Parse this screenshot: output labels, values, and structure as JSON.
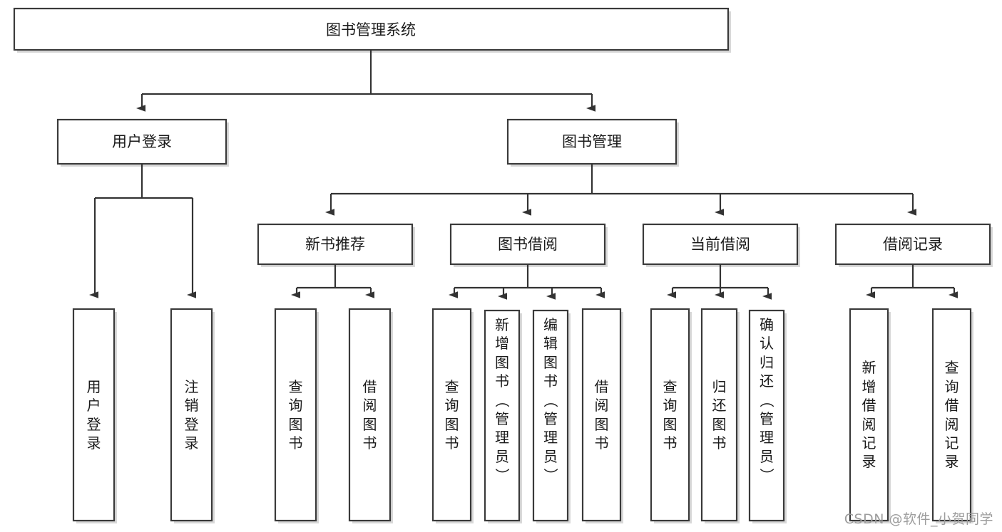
{
  "diagram": {
    "title": "图书管理系统",
    "type": "hierarchy-tree",
    "watermark": "CSDN @软件_小贺同学",
    "colors": {
      "box_stroke": "#3a3a3a",
      "box_fill": "#ffffff",
      "connector": "#333333",
      "text": "#1a1a1a",
      "watermark": "#9d9d9d",
      "background": "#ffffff"
    },
    "root": {
      "label": "图书管理系统"
    },
    "level2": [
      {
        "label": "用户登录"
      },
      {
        "label": "图书管理"
      }
    ],
    "level3": [
      {
        "label": "新书推荐"
      },
      {
        "label": "图书借阅"
      },
      {
        "label": "当前借阅"
      },
      {
        "label": "借阅记录"
      }
    ],
    "leaves": {
      "user_login": [
        {
          "label": "用户登录",
          "chars": [
            "用",
            "户",
            "登",
            "录"
          ]
        },
        {
          "label": "注销登录",
          "chars": [
            "注",
            "销",
            "登",
            "录"
          ]
        }
      ],
      "new_book_recommend": [
        {
          "label": "查询图书",
          "chars": [
            "查",
            "询",
            "图",
            "书"
          ]
        },
        {
          "label": "借阅图书",
          "chars": [
            "借",
            "阅",
            "图",
            "书"
          ]
        }
      ],
      "book_borrow": [
        {
          "label": "查询图书",
          "chars": [
            "查",
            "询",
            "图",
            "书"
          ]
        },
        {
          "label": "新增图书（管理员）",
          "chars": [
            "新",
            "增",
            "图",
            "书",
            "（",
            "管",
            "理",
            "员",
            "）"
          ]
        },
        {
          "label": "编辑图书（管理员）",
          "chars": [
            "编",
            "辑",
            "图",
            "书",
            "（",
            "管",
            "理",
            "员",
            "）"
          ]
        },
        {
          "label": "借阅图书",
          "chars": [
            "借",
            "阅",
            "图",
            "书"
          ]
        }
      ],
      "current_borrow": [
        {
          "label": "查询图书",
          "chars": [
            "查",
            "询",
            "图",
            "书"
          ]
        },
        {
          "label": "归还图书",
          "chars": [
            "归",
            "还",
            "图",
            "书"
          ]
        },
        {
          "label": "确认归还（管理员）",
          "chars": [
            "确",
            "认",
            "归",
            "还",
            "（",
            "管",
            "理",
            "员",
            "）"
          ]
        }
      ],
      "borrow_record": [
        {
          "label": "新增借阅记录",
          "chars": [
            "新",
            "增",
            "借",
            "阅",
            "记",
            "录"
          ]
        },
        {
          "label": "查询借阅记录",
          "chars": [
            "查",
            "询",
            "借",
            "阅",
            "记",
            "录"
          ]
        }
      ]
    }
  }
}
